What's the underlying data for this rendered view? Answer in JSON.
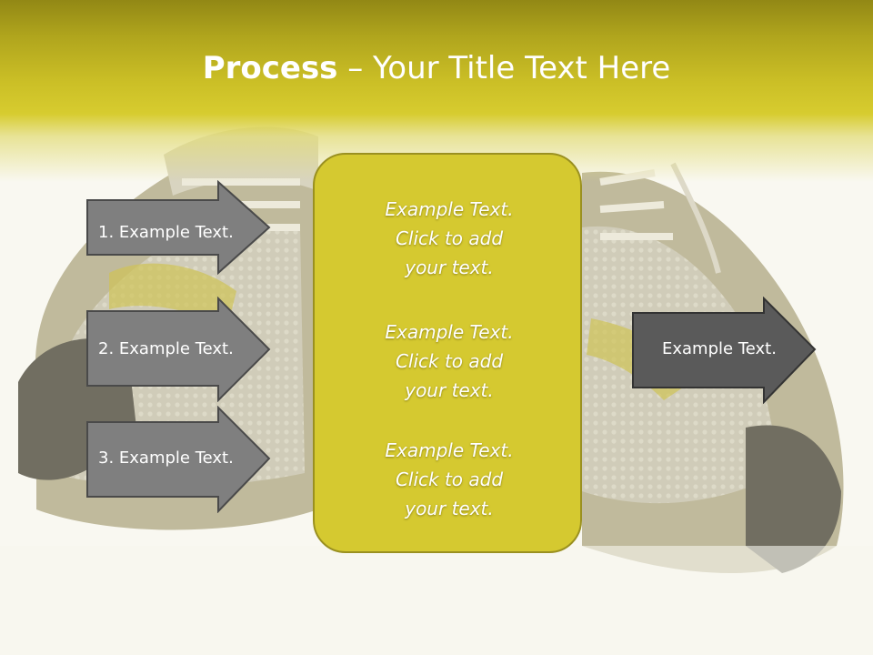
{
  "title": {
    "bold": "Process",
    "rest": " – Your Title Text Here"
  },
  "left_arrows": [
    {
      "label": "1. Example Text."
    },
    {
      "label": "2. Example Text."
    },
    {
      "label": "3. Example Text."
    }
  ],
  "center_box": {
    "blocks": [
      {
        "line1": "Example Text.",
        "line2": "Click  to add",
        "line3": "your text."
      },
      {
        "line1": "Example Text.",
        "line2": "Click  to add",
        "line3": "your text."
      },
      {
        "line1": "Example Text.",
        "line2": "Click  to add",
        "line3": "your text."
      }
    ]
  },
  "right_arrow": {
    "label": "Example Text."
  },
  "colors": {
    "header_dark": "#928815",
    "header_light": "#d7cc2f",
    "center_box": "#d5c930",
    "left_arrow_fill": "#7f7f7f",
    "right_arrow_fill": "#5a5a5a"
  }
}
